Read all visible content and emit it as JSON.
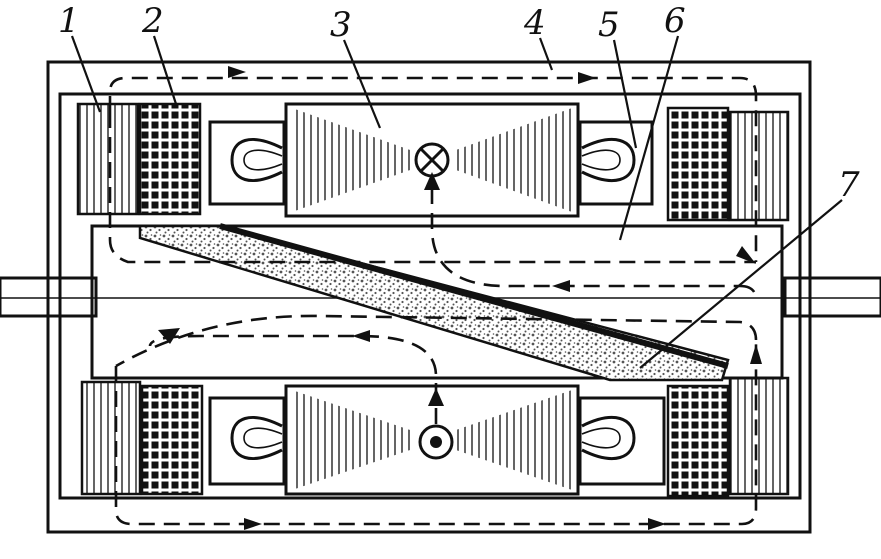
{
  "diagram": {
    "callouts": [
      {
        "id": "1",
        "label": "1"
      },
      {
        "id": "2",
        "label": "2"
      },
      {
        "id": "3",
        "label": "3"
      },
      {
        "id": "4",
        "label": "4"
      },
      {
        "id": "5",
        "label": "5"
      },
      {
        "id": "6",
        "label": "6"
      },
      {
        "id": "7",
        "label": "7"
      }
    ],
    "colors": {
      "ink": "#111111",
      "paper": "#ffffff",
      "stipple": "#555555"
    },
    "symbols": {
      "current_into_page": "cross-in-circle-icon",
      "current_out_of_page": "dot-in-circle-icon",
      "flux_direction": "arrow-icon"
    }
  }
}
